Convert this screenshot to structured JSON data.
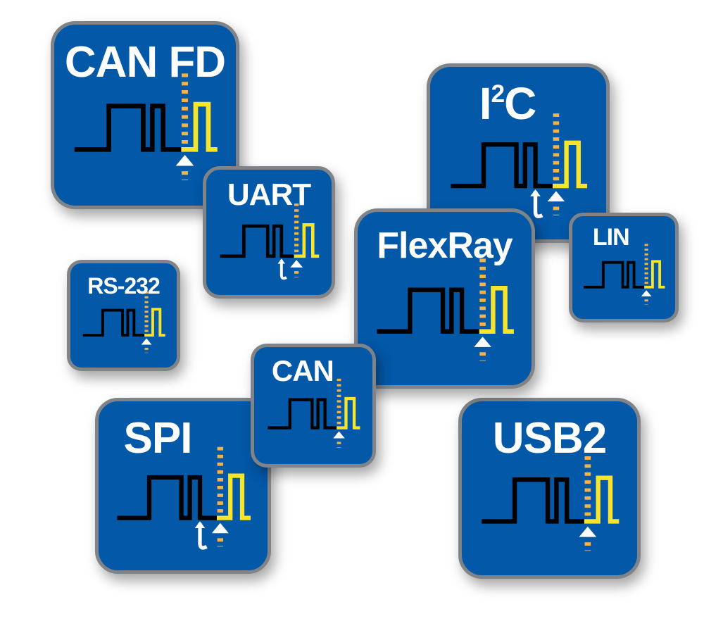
{
  "colors": {
    "tile": "#0358a8",
    "border": "#808488",
    "signal": "#000000",
    "yellow": "#f7e52b",
    "dash": "#f1b34a",
    "arrow": "#ffffff"
  },
  "tiles": [
    {
      "id": "can-fd",
      "label": "CAN FD",
      "trigger_icon": false
    },
    {
      "id": "i2c",
      "label": "I",
      "label_sup": "2",
      "label_suffix": "C",
      "trigger_icon": true
    },
    {
      "id": "uart",
      "label": "UART",
      "trigger_icon": true
    },
    {
      "id": "lin",
      "label": "LIN",
      "trigger_icon": false
    },
    {
      "id": "rs232",
      "label": "RS-232",
      "trigger_icon": false
    },
    {
      "id": "flexray",
      "label": "FlexRay",
      "trigger_icon": false
    },
    {
      "id": "spi",
      "label": "SPI",
      "trigger_icon": true
    },
    {
      "id": "can",
      "label": "CAN",
      "trigger_icon": false
    },
    {
      "id": "usb2",
      "label": "USB2",
      "trigger_icon": false
    }
  ]
}
